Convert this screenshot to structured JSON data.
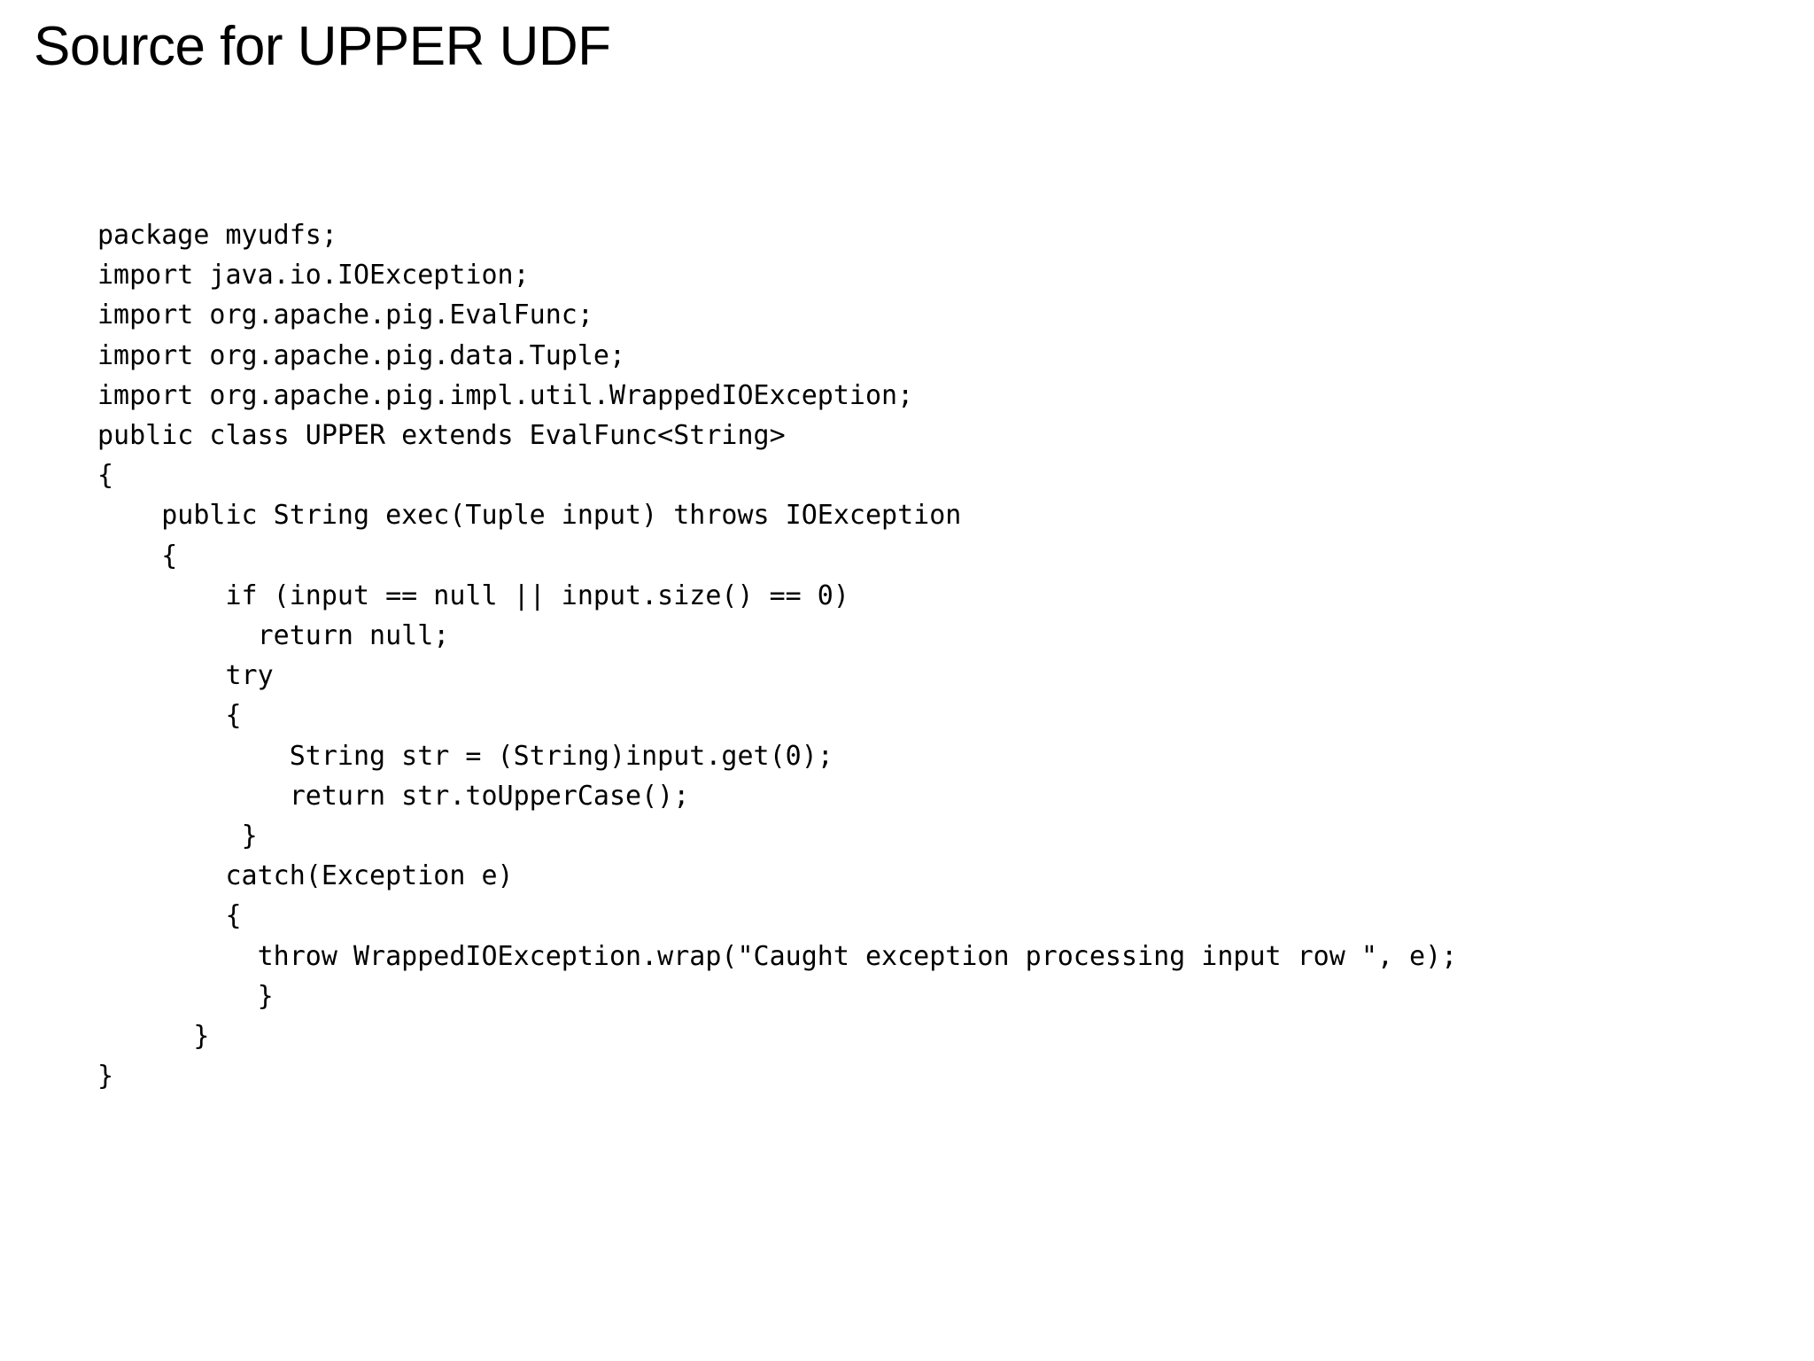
{
  "slide": {
    "title": "Source for UPPER UDF",
    "background_color": "#ffffff",
    "text_color": "#000000"
  },
  "code": {
    "language": "java",
    "lines": [
      "package myudfs;",
      "import java.io.IOException;",
      "import org.apache.pig.EvalFunc;",
      "import org.apache.pig.data.Tuple;",
      "import org.apache.pig.impl.util.WrappedIOException;",
      "public class UPPER extends EvalFunc<String>",
      "{",
      "    public String exec(Tuple input) throws IOException",
      "    {",
      "        if (input == null || input.size() == 0)",
      "          return null;",
      "        try",
      "        {",
      "            String str = (String)input.get(0);",
      "            return str.toUpperCase();",
      "         }",
      "        catch(Exception e)",
      "        {",
      "          throw WrappedIOException.wrap(\"Caught exception processing input row \", e);",
      "          }",
      "      }",
      "}"
    ]
  }
}
